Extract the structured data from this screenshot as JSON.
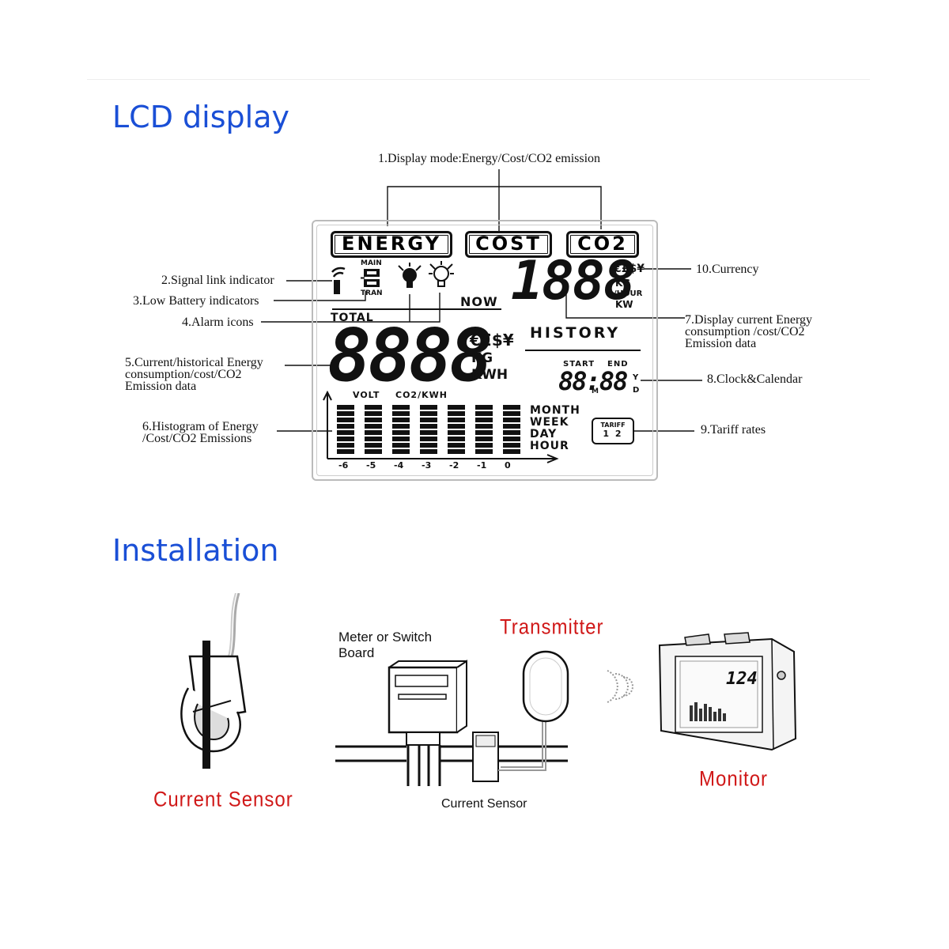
{
  "sections": {
    "lcd_title": "LCD display",
    "install_title": "Installation"
  },
  "lcd": {
    "modes": [
      "ENERGY",
      "COST",
      "CO2"
    ],
    "main_label": "MAIN",
    "tran_label": "TRAN",
    "now_label": "NOW",
    "total_label": "TOTAL",
    "history_label": "HISTORY",
    "big_digits": "8888",
    "small_digits": "1888",
    "currency_symbols": "€£$¥",
    "units_small": [
      "KG",
      "/HOUR",
      "KW"
    ],
    "units_big": [
      "KG",
      "KWH"
    ],
    "volt_label": "VOLT",
    "co2kwh_label": "CO2/KWH",
    "start_label": "START",
    "end_label": "END",
    "clock_digits": "88:88",
    "clock_m": "M",
    "clock_y": "Y",
    "clock_d": "D",
    "periods": [
      "MONTH",
      "WEEK",
      "DAY",
      "HOUR"
    ],
    "tariff_label": "TARIFF",
    "tariff_values": "1 2",
    "axis_ticks": [
      "-6",
      "-5",
      "-4",
      "-3",
      "-2",
      "-1",
      "0"
    ],
    "histogram_levels": [
      8,
      8,
      8,
      8,
      8,
      8,
      8
    ]
  },
  "callouts": {
    "c1": "1.Display mode:Energy/Cost/CO2 emission",
    "c2": "2.Signal link indicator",
    "c3": "3.Low Battery indicators",
    "c4": "4.Alarm icons",
    "c5_line1": "5.Current/historical Energy",
    "c5_line2": "consumption/cost/CO2",
    "c5_line3": "Emission data",
    "c6_line1": "6.Histogram of Energy",
    "c6_line2": "/Cost/CO2 Emissions",
    "c7_line1": "7.Display current Energy",
    "c7_line2": "consumption /cost/CO2",
    "c7_line3": "Emission data",
    "c8": "8.Clock&Calendar",
    "c9": "9.Tariff rates",
    "c10": "10.Currency"
  },
  "installation": {
    "current_sensor_label": "Current Sensor",
    "meter_label_line1": "Meter or Switch",
    "meter_label_line2": "Board",
    "transmitter_label": "Transmitter",
    "current_sensor_small": "Current Sensor",
    "monitor_label": "Monitor",
    "monitor_reading": "124"
  },
  "colors": {
    "title_blue": "#1a4fd6",
    "label_red": "#d01818"
  }
}
